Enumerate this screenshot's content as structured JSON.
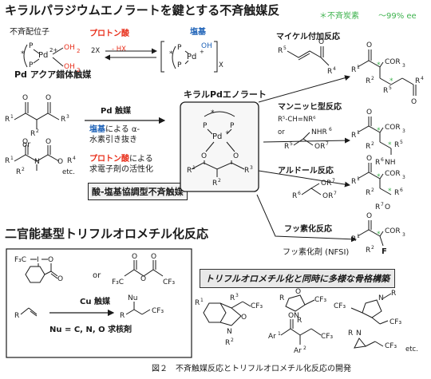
{
  "title_main": "キラルパラジウムエノラートを鍵とする不斉触媒反",
  "legend": {
    "asym_carbon": "＊不斉炭素",
    "ee": "～99% ee"
  },
  "chiral_ligand": "不斉配位子",
  "bronsted_acid": "プロトン酸",
  "base": "塩基",
  "minus_hx": "- HX",
  "counter_2x": "2X",
  "counter_x": "X",
  "aqua_catalyst": "Pd アクア錯体触媒",
  "pd_catalyst": "Pd 触媒",
  "alpha_deprot_1a": "塩基",
  "alpha_deprot_1b": "による α-",
  "alpha_deprot_2": "水素引き抜き",
  "acid_activation_1a": "プロトン酸",
  "acid_activation_1b": "による",
  "acid_activation_2": "求電子剤の活性化",
  "or_label": "or",
  "etc_label": "etc.",
  "acid_base_cooperative": "酸-塩基協調型不斉触媒",
  "chiral_pd_enolate": "キラルPdエノラート",
  "reactions": {
    "michael": "マイケル付加反応",
    "mannich": "マンニッヒ型反応",
    "mannich_reagent": "R⁵-CH=NR⁶",
    "aldol": "アルドール反応",
    "fluorination": "フッ素化反応",
    "fluorinating_agent": "フッ素化剤 (NFSI)"
  },
  "section2_title": "二官能基型トリフルオロメチル化反応",
  "cu_catalyst": "Cu 触媒",
  "nucleophile": "Nu = C, N, O 求核剤",
  "banner": "トリフルオロメチル化と同時に多様な骨格構築",
  "caption": "図２　不斉触媒反応とトリフルオロメチル化反応の開発",
  "colors": {
    "accent_red": "#e8301c",
    "accent_blue": "#1f63b8",
    "accent_green": "#3fb34f"
  }
}
